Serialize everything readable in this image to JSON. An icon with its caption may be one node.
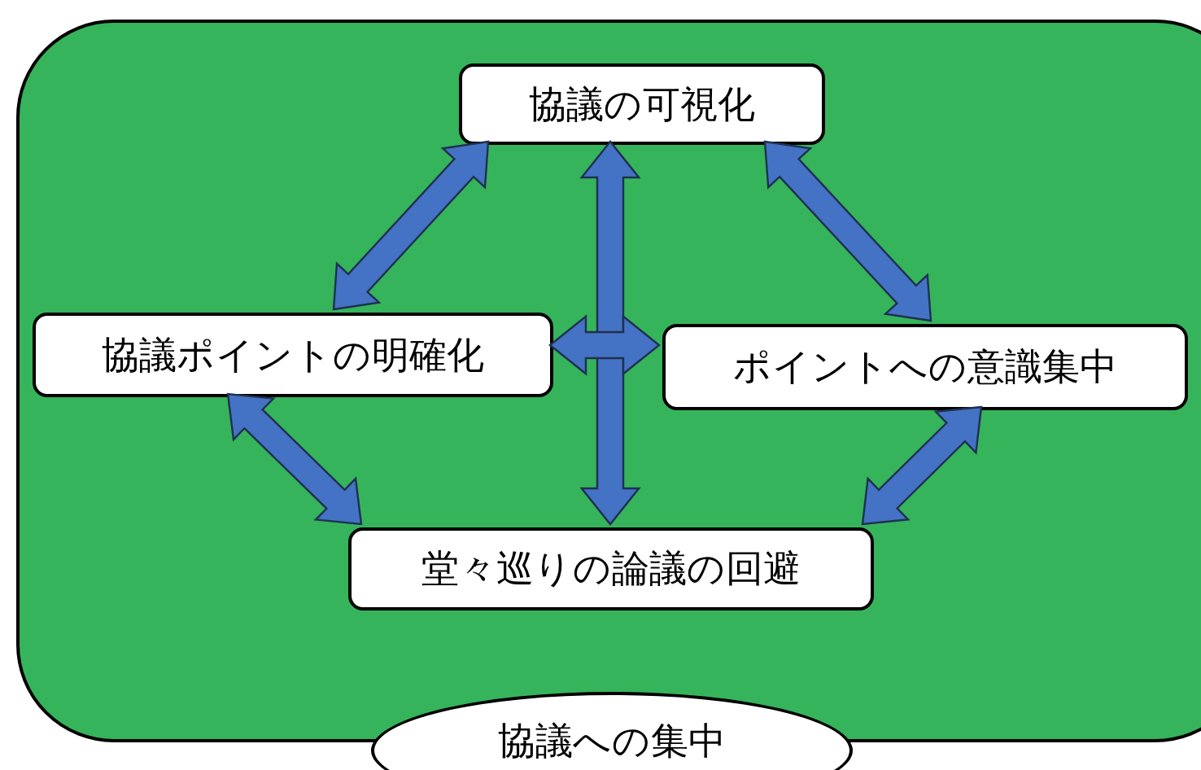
{
  "diagram": {
    "nodes": [
      {
        "text": [],
        "shape": "box"
      },
      {
        "text": [
          "協議の可視化"
        ],
        "in": 0
      },
      {
        "text": [
          "協議ポイントの明確化"
        ],
        "in": 0
      },
      {
        "text": [
          "ポイントへの意識集中"
        ],
        "in": 0
      },
      {
        "text": [
          "堂々巡りの論議の回避"
        ],
        "in": 0
      },
      {
        "text": [
          "協議への集中"
        ]
      }
    ],
    "edges": [
      {
        "from": 1,
        "to": 2,
        "arrow": "both",
        "style": "thick"
      },
      {
        "from": 1,
        "to": 3,
        "arrow": "both",
        "style": "thick"
      },
      {
        "from": 1,
        "to": 4,
        "arrow": "both",
        "style": "thick"
      },
      {
        "from": 2,
        "to": 3,
        "arrow": "both",
        "style": "thick"
      },
      {
        "from": 2,
        "to": 4,
        "arrow": "both",
        "style": "thick"
      },
      {
        "from": 3,
        "to": 4,
        "arrow": "both",
        "style": "thick"
      }
    ]
  }
}
